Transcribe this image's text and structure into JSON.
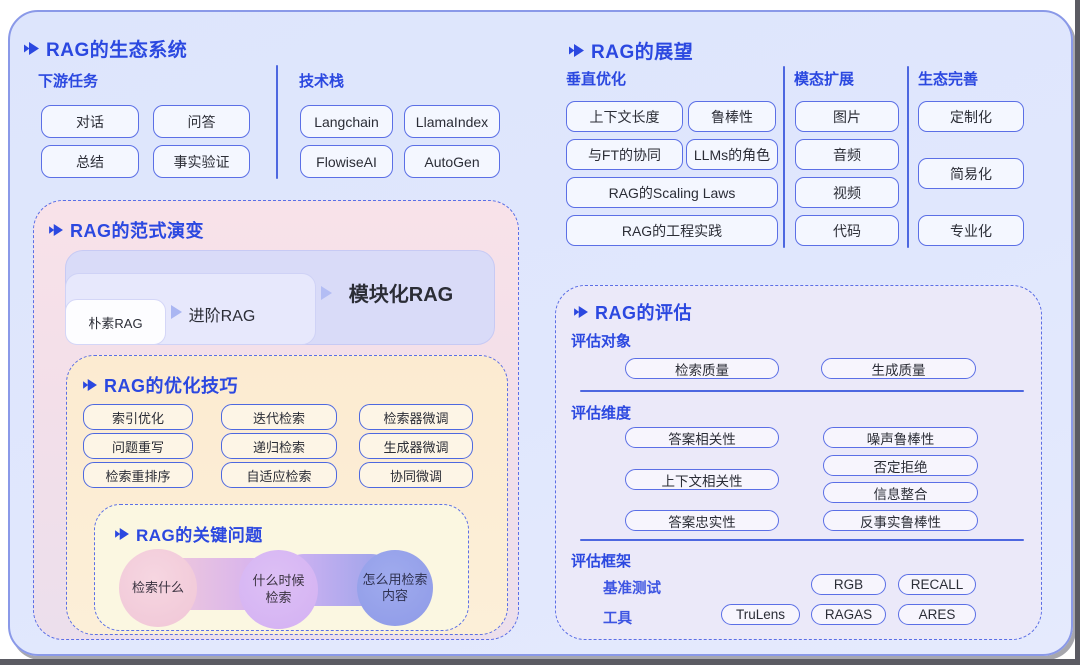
{
  "colors": {
    "accent_blue": "#2b48e0",
    "box_border_blue": "#5b6fe6",
    "card_background": "#dfe6fc",
    "paradigm_pink": "#f6e1e9",
    "tricks_yellow": "#fcecd4",
    "questions_cream": "#fbf7e1",
    "eval_lavender": "#ebe9f9",
    "circle_pink": "#f3ccd9",
    "circle_purple": "#d8b7f3",
    "circle_blue": "#96a1e9"
  },
  "ecosystem": {
    "title": "RAG的生态系统",
    "groups": [
      {
        "label": "下游任务",
        "items": [
          "对话",
          "问答",
          "总结",
          "事实验证"
        ]
      },
      {
        "label": "技术栈",
        "items": [
          "Langchain",
          "LlamaIndex",
          "FlowiseAI",
          "AutoGen"
        ]
      }
    ]
  },
  "outlook": {
    "title": "RAG的展望",
    "columns": [
      {
        "label": "垂直优化",
        "items": [
          "上下文长度",
          "鲁棒性",
          "与FT的协同",
          "LLMs的角色",
          "RAG的Scaling Laws",
          "RAG的工程实践"
        ]
      },
      {
        "label": "模态扩展",
        "items": [
          "图片",
          "音频",
          "视频",
          "代码"
        ]
      },
      {
        "label": "生态完善",
        "items": [
          "定制化",
          "简易化",
          "专业化"
        ]
      }
    ]
  },
  "paradigm": {
    "title": "RAG的范式演变",
    "stages": [
      "朴素RAG",
      "进阶RAG",
      "模块化RAG"
    ]
  },
  "tricks": {
    "title": "RAG的优化技巧",
    "columns": [
      [
        "索引优化",
        "问题重写",
        "检索重排序"
      ],
      [
        "迭代检索",
        "递归检索",
        "自适应检索"
      ],
      [
        "检索器微调",
        "生成器微调",
        "协同微调"
      ]
    ]
  },
  "questions": {
    "title": "RAG的关键问题",
    "items": [
      "检索什么",
      "什么时候检索",
      "怎么用检索内容"
    ]
  },
  "evaluation": {
    "title": "RAG的评估",
    "target_label": "评估对象",
    "targets": [
      "检索质量",
      "生成质量"
    ],
    "dimension_label": "评估维度",
    "dimensions_left": [
      "答案相关性",
      "上下文相关性",
      "答案忠实性"
    ],
    "dimensions_right": [
      "噪声鲁棒性",
      "否定拒绝",
      "信息整合",
      "反事实鲁棒性"
    ],
    "framework_label": "评估框架",
    "benchmark_label": "基准测试",
    "benchmarks": [
      "RGB",
      "RECALL"
    ],
    "tools_label": "工具",
    "tools": [
      "TruLens",
      "RAGAS",
      "ARES"
    ]
  }
}
